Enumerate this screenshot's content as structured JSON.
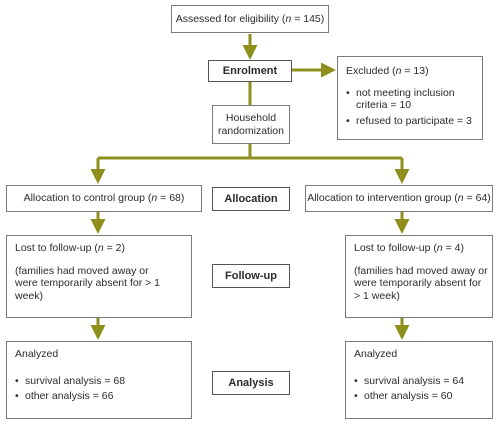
{
  "assessed": {
    "label": "Assessed for eligibility (n = 145)"
  },
  "stages": {
    "enrolment": "Enrolment",
    "allocation": "Allocation",
    "followup": "Follow-up",
    "analysis": "Analysis"
  },
  "excluded": {
    "title": "Excluded (n = 13)",
    "items": [
      "not meeting inclusion criteria = 10",
      "refused to participate = 3"
    ]
  },
  "randomization": {
    "label": "Household randomization"
  },
  "control": {
    "allocation": "Allocation to control group (n = 68)",
    "lost": "Lost to follow-up (n = 2)",
    "lost_reason": "(families had moved away or were temporarily absent for > 1 week)",
    "analyzed": "Analyzed",
    "analysis_items": [
      "survival analysis = 68",
      "other analysis = 66"
    ]
  },
  "intervention": {
    "allocation": "Allocation to intervention group (n = 64)",
    "lost": "Lost to follow-up (n = 4)",
    "lost_reason": "(families had moved away or were temporarily absent for > 1 week)",
    "analyzed": "Analyzed",
    "analysis_items": [
      "survival analysis = 64",
      "other analysis = 60"
    ]
  },
  "colors": {
    "arrow": "#8f8f1e",
    "border": "#7a7a7a"
  }
}
